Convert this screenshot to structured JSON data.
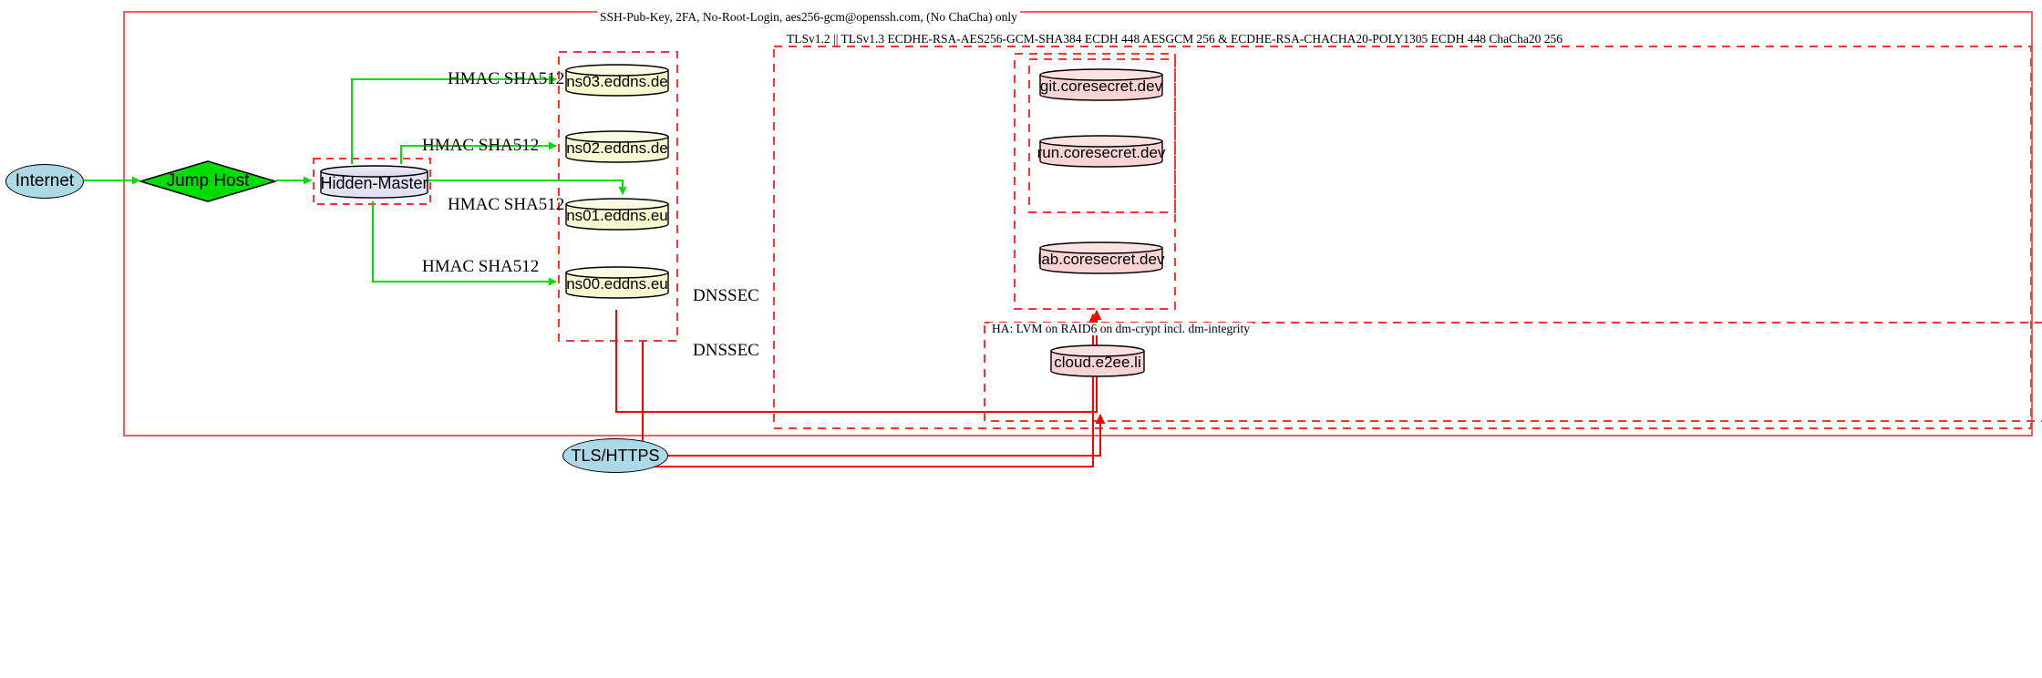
{
  "diagram": {
    "title_label": "SSH-Pub-Key, 2FA, No-Root-Login, aes256-gcm@openssh.com, (No ChaCha) only",
    "type": "network-architecture-diagram"
  },
  "clusters": [
    {
      "id": "ssh",
      "label": "SSH-Pub-Key, 2FA, No-Root-Login, aes256-gcm@openssh.com, (No ChaCha) only",
      "style": "solid",
      "color": "#ff3333"
    },
    {
      "id": "tls",
      "label": "TLSv1.2 || TLSv1.3 ECDHE-RSA-AES256-GCM-SHA384 ECDH 448 AESGCM 256 & ECDHE-RSA-CHACHA20-POLY1305 ECDH 448 ChaCha20 256",
      "style": "dashed",
      "color": "#ff3333"
    },
    {
      "id": "ha",
      "label": "HA: LVM on RAID6 on dm-crypt incl. dm-integrity",
      "style": "dashed",
      "color": "#ff3333"
    },
    {
      "id": "dns",
      "label": "",
      "style": "dashed",
      "color": "#ff3333"
    },
    {
      "id": "core",
      "label": "",
      "style": "dashed",
      "color": "#ff3333"
    },
    {
      "id": "corein",
      "label": "",
      "style": "dashed",
      "color": "#ff3333"
    },
    {
      "id": "hm",
      "label": "",
      "style": "dashed",
      "color": "#ff3333"
    }
  ],
  "nodes": [
    {
      "id": "internet",
      "label": "Internet",
      "shape": "ellipse",
      "fill": "#add8e6",
      "stroke": "#000000"
    },
    {
      "id": "jumphost",
      "label": "Jump Host",
      "shape": "diamond",
      "fill": "#00dd00",
      "stroke": "#000000"
    },
    {
      "id": "hidden",
      "label": "Hidden-Master",
      "shape": "cylinder",
      "fill": "#e2e2f5",
      "stroke": "#000000"
    },
    {
      "id": "ns03",
      "label": "ns03.eddns.de",
      "shape": "cylinder",
      "fill": "#f8f8d0",
      "stroke": "#000000"
    },
    {
      "id": "ns02",
      "label": "ns02.eddns.de",
      "shape": "cylinder",
      "fill": "#f8f8d0",
      "stroke": "#000000"
    },
    {
      "id": "ns01",
      "label": "ns01.eddns.eu",
      "shape": "cylinder",
      "fill": "#f8f8d0",
      "stroke": "#000000"
    },
    {
      "id": "ns00",
      "label": "ns00.eddns.eu",
      "shape": "cylinder",
      "fill": "#f8f8d0",
      "stroke": "#000000"
    },
    {
      "id": "git",
      "label": "git.coresecret.dev",
      "shape": "cylinder",
      "fill": "#fad4d4",
      "stroke": "#000000"
    },
    {
      "id": "run",
      "label": "run.coresecret.dev",
      "shape": "cylinder",
      "fill": "#fad4d4",
      "stroke": "#000000"
    },
    {
      "id": "lab",
      "label": "lab.coresecret.dev",
      "shape": "cylinder",
      "fill": "#fad4d4",
      "stroke": "#000000"
    },
    {
      "id": "cloud",
      "label": "cloud.e2ee.li",
      "shape": "cylinder",
      "fill": "#fad4d4",
      "stroke": "#000000"
    },
    {
      "id": "tlshttps",
      "label": "TLS/HTTPS",
      "shape": "ellipse",
      "fill": "#add8e6",
      "stroke": "#000000"
    }
  ],
  "edges": [
    {
      "from": "internet",
      "to": "jumphost",
      "label": "",
      "color": "#00dd00"
    },
    {
      "from": "jumphost",
      "to": "hidden",
      "label": "",
      "color": "#00dd00"
    },
    {
      "from": "hidden",
      "to": "ns03",
      "label": "HMAC SHA512",
      "color": "#00dd00"
    },
    {
      "from": "hidden",
      "to": "ns02",
      "label": "HMAC SHA512",
      "color": "#00dd00"
    },
    {
      "from": "hidden",
      "to": "ns01",
      "label": "HMAC SHA512",
      "color": "#00dd00"
    },
    {
      "from": "hidden",
      "to": "ns00",
      "label": "HMAC SHA512",
      "color": "#00dd00"
    },
    {
      "from": "dns",
      "to": "core",
      "label": "DNSSEC",
      "color": "#ff0000"
    },
    {
      "from": "dns",
      "to": "ha",
      "label": "DNSSEC",
      "color": "#ff0000"
    },
    {
      "from": "tlshttps",
      "to": "core",
      "label": "",
      "color": "#ff0000"
    },
    {
      "from": "tlshttps",
      "to": "ha",
      "label": "",
      "color": "#ff0000"
    }
  ],
  "edge_labels": {
    "hmac": "HMAC SHA512",
    "dnssec": "DNSSEC"
  },
  "colors": {
    "green_edge": "#00dd00",
    "red_edge": "#ff0000",
    "cluster_red": "#ff3333",
    "ellipse_fill": "#add8e6",
    "diamond_fill": "#00dd00",
    "cylinder_blue": "#e2e2f5",
    "cylinder_yellow": "#f8f8d0",
    "cylinder_pink": "#fad4d4"
  }
}
